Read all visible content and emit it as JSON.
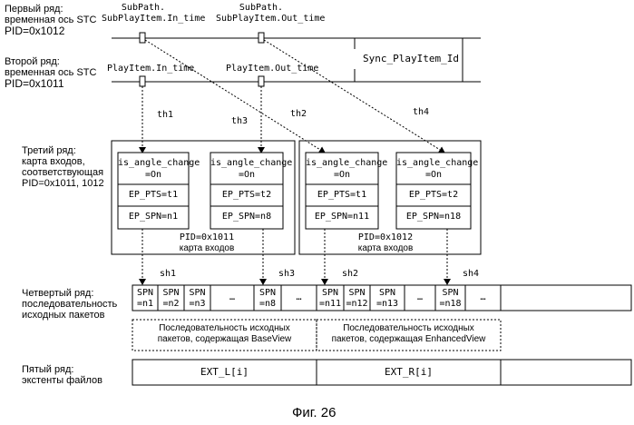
{
  "rows": {
    "row1": {
      "line1": "Первый ряд:",
      "line2": "временная ось STC",
      "pid": "PID=0x1012"
    },
    "row2": {
      "line1": "Второй ряд:",
      "line2": "временная ось STC",
      "pid": "PID=0x1011"
    },
    "row3": {
      "line1": "Третий ряд:",
      "line2": "карта входов,",
      "line3": "соответствующая",
      "pid": "PID=0x1011, 1012"
    },
    "row4": {
      "line1": "Четвертый ряд:",
      "line2": "последовательность",
      "line3": "исходных пакетов"
    },
    "row5": {
      "line1": "Пятый ряд:",
      "line2": "экстенты файлов"
    }
  },
  "timeline": {
    "subpath_in": {
      "line1": "SubPath.",
      "line2": "SubPlayItem.In_time"
    },
    "subpath_out": {
      "line1": "SubPath.",
      "line2": "SubPlayItem.Out_time"
    },
    "playitem_in": "PlayItem.In_time",
    "playitem_out": "PlayItem.Out_time",
    "sync": "Sync_PlayItem_Id"
  },
  "threads": {
    "th1": "th1",
    "th2": "th2",
    "th3": "th3",
    "th4": "th4"
  },
  "entry_maps": [
    {
      "pid": "PID=0x1011",
      "name": "карта входов",
      "entries": [
        {
          "angle": "is_angle_change",
          "angle_val": "=On",
          "pts": "EP_PTS=t1",
          "spn": "EP_SPN=n1"
        },
        {
          "angle": "is_angle_change",
          "angle_val": "=On",
          "pts": "EP_PTS=t2",
          "spn": "EP_SPN=n8"
        }
      ]
    },
    {
      "pid": "PID=0x1012",
      "name": "карта входов",
      "entries": [
        {
          "angle": "is_angle_change",
          "angle_val": "=On",
          "pts": "EP_PTS=t1",
          "spn": "EP_SPN=n11"
        },
        {
          "angle": "is_angle_change",
          "angle_val": "=On",
          "pts": "EP_PTS=t2",
          "spn": "EP_SPN=n18"
        }
      ]
    }
  ],
  "shifts": {
    "sh1": "sh1",
    "sh2": "sh2",
    "sh3": "sh3",
    "sh4": "sh4"
  },
  "packets": [
    {
      "top": "SPN",
      "bottom": "=n1"
    },
    {
      "top": "SPN",
      "bottom": "=n2"
    },
    {
      "top": "SPN",
      "bottom": "=n3"
    },
    {
      "top": "",
      "bottom": "…"
    },
    {
      "top": "SPN",
      "bottom": "=n8"
    },
    {
      "top": "",
      "bottom": "…"
    },
    {
      "top": "SPN",
      "bottom": "=n11"
    },
    {
      "top": "SPN",
      "bottom": "=n12"
    },
    {
      "top": "SPN",
      "bottom": "=n13"
    },
    {
      "top": "",
      "bottom": "…"
    },
    {
      "top": "SPN",
      "bottom": "=n18"
    },
    {
      "top": "",
      "bottom": "…"
    }
  ],
  "sequences": {
    "base": {
      "line1": "Последовательность исходных",
      "line2": "пакетов, содержащая BaseView"
    },
    "enhanced": {
      "line1": "Последовательность исходных",
      "line2": "пакетов, содержащая EnhancedView"
    }
  },
  "extents": {
    "left": "EXT_L[i]",
    "right": "EXT_R[i]"
  },
  "caption": "Фиг. 26"
}
